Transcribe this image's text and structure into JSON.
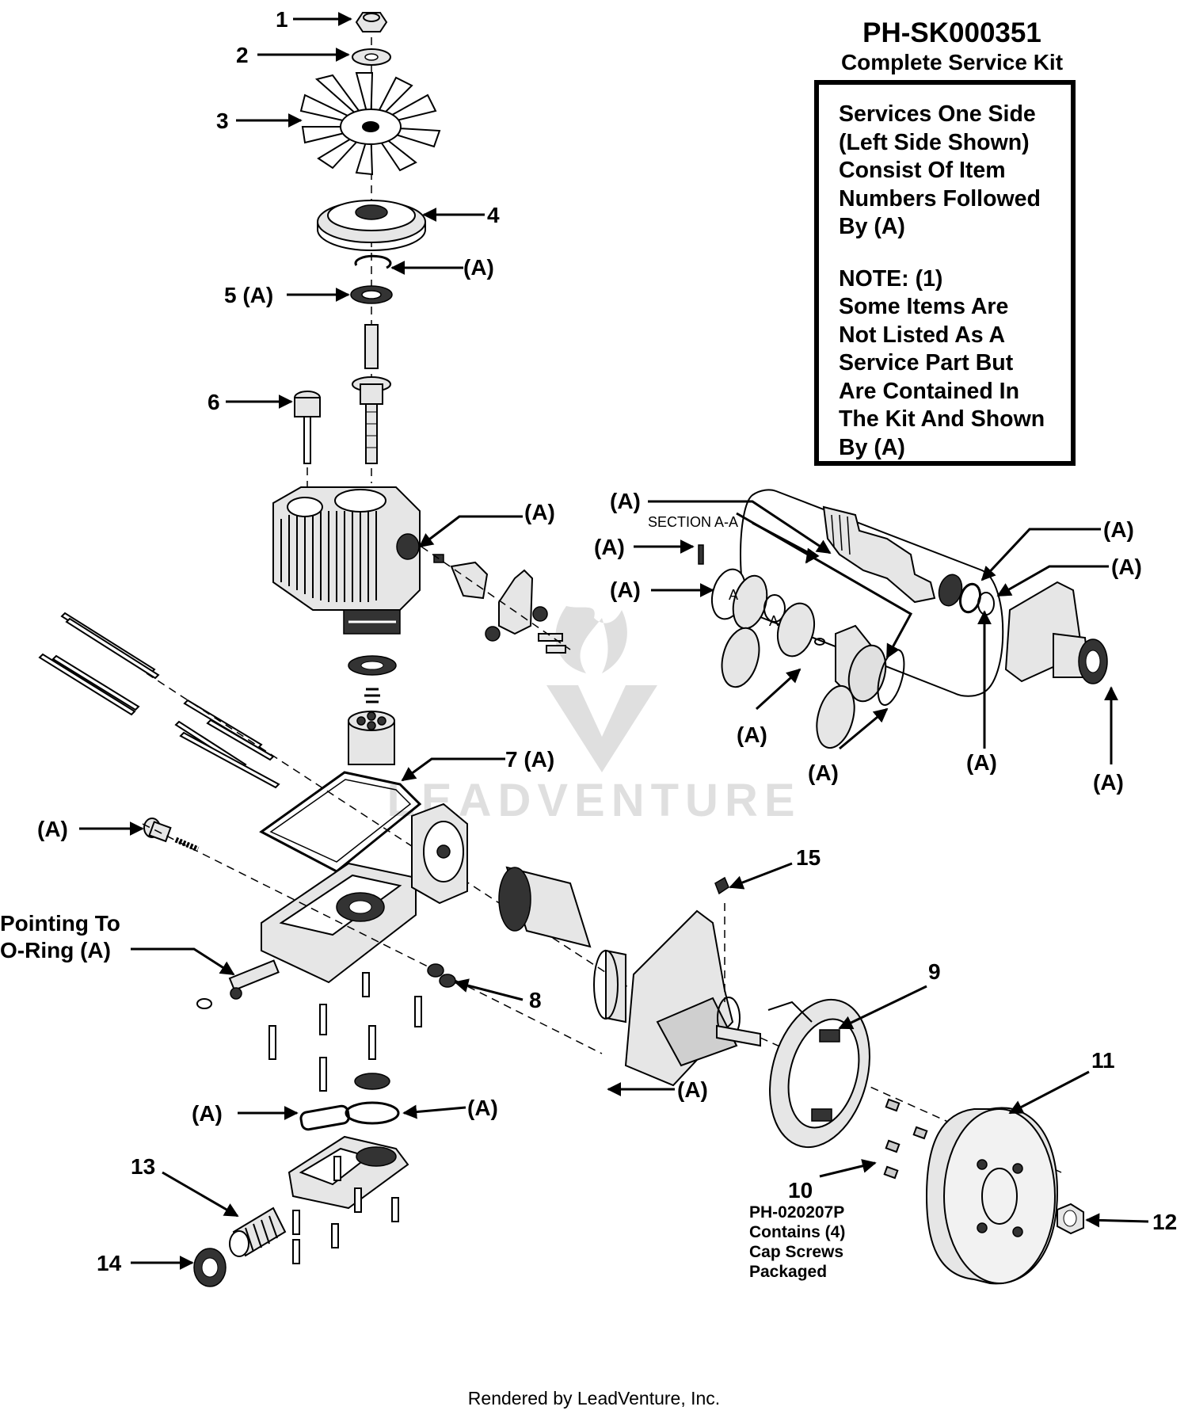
{
  "kit": {
    "title": "PH-SK000351",
    "subtitle": "Complete Service Kit",
    "lines": [
      "Services One Side",
      "(Left Side Shown)",
      "Consist Of Item",
      "Numbers Followed",
      "By (A)"
    ],
    "note_lines": [
      "NOTE: (1)",
      "Some Items Are",
      "Not Listed As A",
      "Service Part But",
      "Are Contained In",
      "The Kit And Shown",
      "By (A)"
    ]
  },
  "labels": {
    "item_1": "1",
    "item_2": "2",
    "item_3": "3",
    "item_4": "4",
    "item_5": "5 (A)",
    "item_6": "6",
    "item_7": "7 (A)",
    "item_8": "8",
    "item_9": "9",
    "item_10": "10",
    "item_11": "11",
    "item_12": "12",
    "item_13": "13",
    "item_14": "14",
    "item_15": "15",
    "a": "(A)",
    "section": "SECTION A-A",
    "section_mark": "A",
    "oring_line1": "Pointing To",
    "oring_line2": "O-Ring (A)"
  },
  "note_10": [
    "PH-020207P",
    "Contains (4)",
    "Cap Screws",
    "Packaged"
  ],
  "watermark": "LEADVENTURE",
  "footer": "Rendered by LeadVenture, Inc."
}
